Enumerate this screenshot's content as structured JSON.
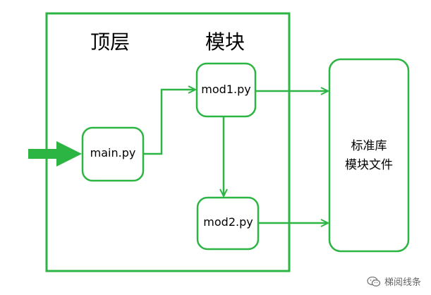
{
  "headings": {
    "top_level": "顶层",
    "modules": "模块"
  },
  "nodes": {
    "main": "main.py",
    "mod1": "mod1.py",
    "mod2": "mod2.py",
    "stdlib_line1": "标准库",
    "stdlib_line2": "模块文件"
  },
  "watermark": {
    "text": "梯阅线条",
    "icon": "wechat-icon"
  },
  "colors": {
    "accent": "#2db544",
    "text": "#000000"
  }
}
